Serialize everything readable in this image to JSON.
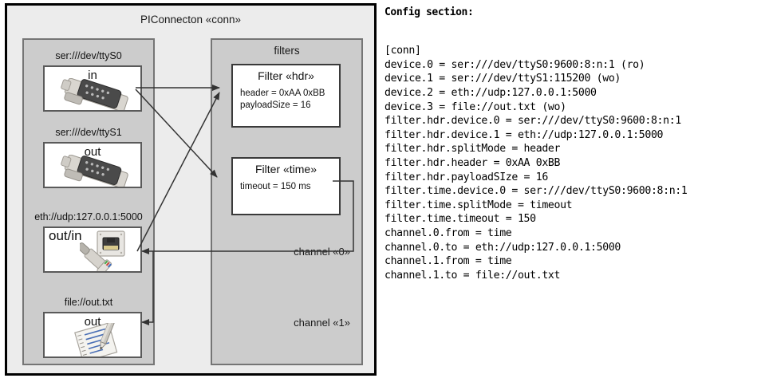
{
  "diagram": {
    "title": "PIConnecton «conn»",
    "devices_panel": {
      "nodes": [
        {
          "label": "ser:///dev/ttyS0",
          "io": "in",
          "icon": "serial-db9-icon"
        },
        {
          "label": "ser:///dev/ttyS1",
          "io": "out",
          "icon": "serial-db9-icon"
        },
        {
          "label": "eth://udp:127.0.0.1:5000",
          "io": "out/in",
          "icon": "ethernet-rj45-icon"
        },
        {
          "label": "file://out.txt",
          "io": "out",
          "icon": "notepad-pencil-icon"
        }
      ]
    },
    "filters_panel": {
      "title": "filters",
      "filters": [
        {
          "title": "Filter «hdr»",
          "attrs": [
            "header = 0xAA 0xBB",
            "payloadSize = 16"
          ]
        },
        {
          "title": "Filter «time»",
          "attrs": [
            "timeout = 150 ms"
          ]
        }
      ],
      "channels": [
        {
          "label": "channel «0»"
        },
        {
          "label": "channel «1»"
        }
      ]
    },
    "colors": {
      "outer_bg": "#ececec",
      "outer_border": "#000000",
      "panel_bg": "#cccccc",
      "panel_border": "#757575",
      "node_bg": "#ffffff",
      "node_border": "#5a5a5a",
      "edge": "#333333"
    }
  },
  "config": {
    "heading": "Config section:",
    "lines": [
      "[conn]",
      "device.0 = ser:///dev/ttyS0:9600:8:n:1 (ro)",
      "device.1 = ser:///dev/ttyS1:115200 (wo)",
      "device.2 = eth://udp:127.0.0.1:5000",
      "device.3 = file://out.txt (wo)",
      "filter.hdr.device.0 = ser:///dev/ttyS0:9600:8:n:1",
      "filter.hdr.device.1 = eth://udp:127.0.0.1:5000",
      "filter.hdr.splitMode = header",
      "filter.hdr.header = 0xAA 0xBB",
      "filter.hdr.payloadSIze = 16",
      "filter.time.device.0 = ser:///dev/ttyS0:9600:8:n:1",
      "filter.time.splitMode = timeout",
      "filter.time.timeout = 150",
      "channel.0.from = time",
      "channel.0.to = eth://udp:127.0.0.1:5000",
      "channel.1.from = time",
      "channel.1.to = file://out.txt"
    ]
  }
}
